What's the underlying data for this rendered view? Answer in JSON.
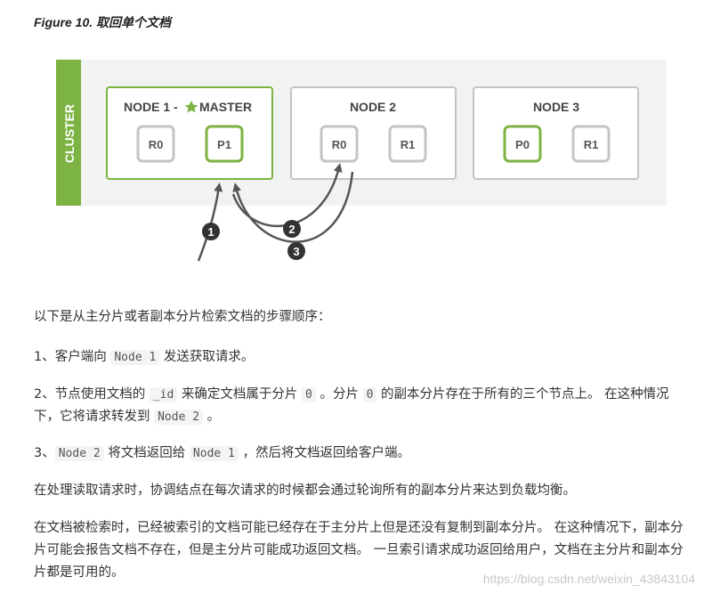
{
  "figure": {
    "title": "Figure 10. 取回单个文档",
    "cluster_label": "CLUSTER",
    "nodes": [
      {
        "name": "NODE 1 - ",
        "master_label": "MASTER",
        "shards": [
          "R0",
          "P1"
        ]
      },
      {
        "name": "NODE 2",
        "shards": [
          "R0",
          "R1"
        ]
      },
      {
        "name": "NODE 3",
        "shards": [
          "P0",
          "R1"
        ]
      }
    ],
    "step_numbers": [
      "1",
      "2",
      "3"
    ],
    "colors": {
      "accent_green": "#7cb342",
      "cluster_bg": "#f1f3f1",
      "replica_border": "#c4c4c4",
      "arrow": "#555555"
    },
    "icons": [
      "star-icon"
    ]
  },
  "article": {
    "intro": "以下是从主分片或者副本分片检索文档的步骤顺序：",
    "step1": {
      "a": "1、客户端向 ",
      "code1": "Node 1",
      "b": " 发送获取请求。"
    },
    "step2": {
      "a": "2、节点使用文档的 ",
      "code1": "_id",
      "b": " 来确定文档属于分片 ",
      "code2": "0",
      "c": " 。分片 ",
      "code3": "0",
      "d": " 的副本分片存在于所有的三个节点上。 在这种情况下，它将请求转发到 ",
      "code4": "Node 2",
      "e": " 。"
    },
    "step3": {
      "a": "3、",
      "code1": "Node 2",
      "b": " 将文档返回给 ",
      "code2": "Node 1",
      "c": " ，然后将文档返回给客户端。"
    },
    "para_balance": "在处理读取请求时，协调结点在每次请求的时候都会通过轮询所有的副本分片来达到负载均衡。",
    "para_note": "在文档被检索时，已经被索引的文档可能已经存在于主分片上但是还没有复制到副本分片。 在这种情况下，副本分片可能会报告文档不存在，但是主分片可能成功返回文档。 一旦索引请求成功返回给用户，文档在主分片和副本分片都是可用的。"
  },
  "watermark": "https://blog.csdn.net/weixin_43843104"
}
